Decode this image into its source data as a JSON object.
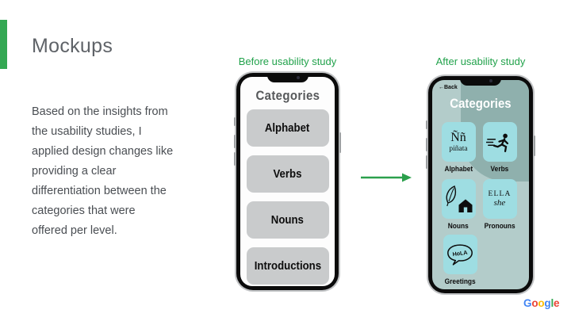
{
  "slide": {
    "title": "Mockups",
    "body_lines": [
      "Based on the insights from",
      "the usability studies, I",
      "applied design changes like",
      "providing a clear",
      "differentiation between the",
      "categories that were",
      "offered per level."
    ]
  },
  "before": {
    "label": "Before usability study",
    "screen_title": "Categories",
    "buttons": [
      "Alphabet",
      "Verbs",
      "Nouns",
      "Introductions"
    ]
  },
  "after": {
    "label": "After usability study",
    "back_label": "Back",
    "screen_title": "Categories",
    "cards": [
      {
        "label": "Alphabet",
        "line1": "Ññ",
        "line2": "piñata"
      },
      {
        "label": "Verbs",
        "icon": "runner-icon"
      },
      {
        "label": "Nouns",
        "icon": "leaf-house-icon"
      },
      {
        "label": "Pronouns",
        "line1": "ELLA",
        "line2": "she"
      },
      {
        "label": "Greetings",
        "bubble_text": "HoLA"
      }
    ]
  },
  "footer": {
    "brand": "Google",
    "letters": [
      "G",
      "o",
      "o",
      "g",
      "l",
      "e"
    ]
  },
  "colors": {
    "accent_green": "#34A853",
    "label_green": "#21A24B",
    "arrow_green": "#2BA04C",
    "title_gray": "#5F6368",
    "body_gray": "#4A4E53",
    "before_button_gray": "#C9CBCC",
    "after_screen_teal": "#B3CCCA",
    "after_blob_teal": "#8FB0AD",
    "card_cyan": "#9EDDE2",
    "google_blue": "#4285F4",
    "google_red": "#EA4335",
    "google_yellow": "#FBBC05",
    "google_green": "#34A853"
  }
}
